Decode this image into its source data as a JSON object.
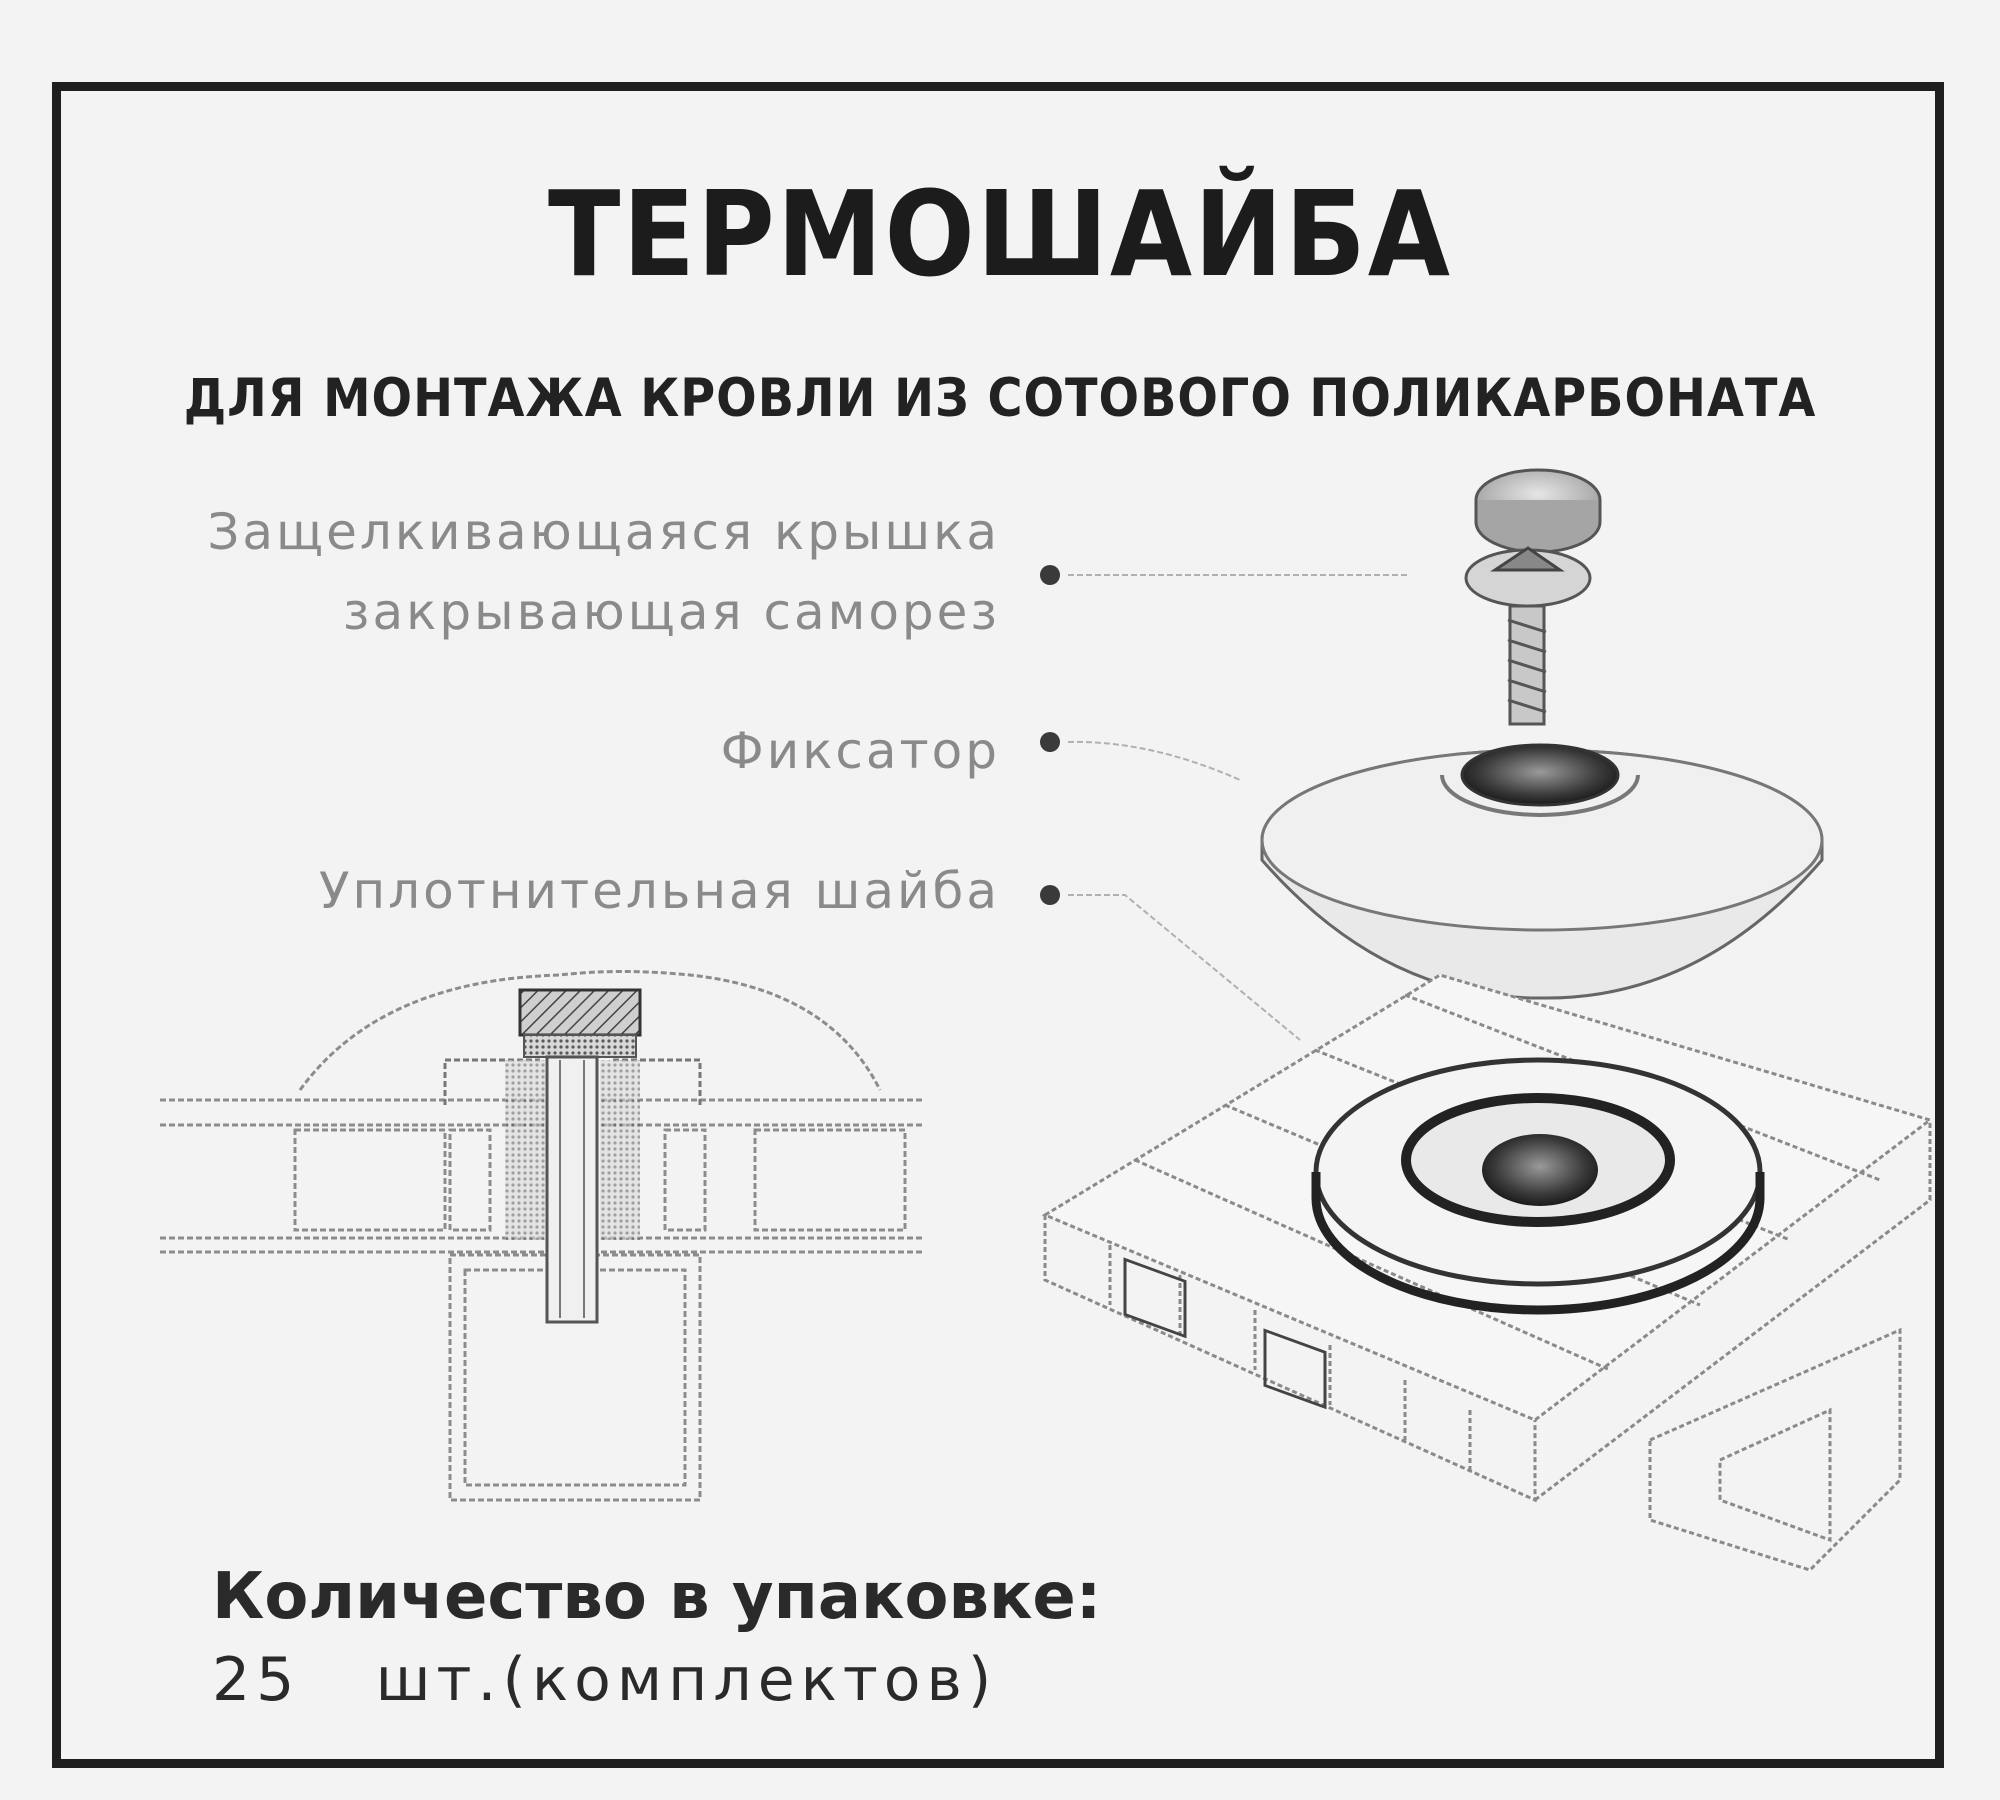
{
  "title": "ТЕРМОШАЙБА",
  "subtitle": "ДЛЯ МОНТАЖА КРОВЛИ ИЗ СОТОВОГО ПОЛИКАРБОНАТА",
  "callouts": {
    "cap_line1": "Защелкивающаяся крышка",
    "cap_line2": "закрывающая саморез",
    "fixator": "Фиксатор",
    "seal_washer": "Уплотнительная шайба"
  },
  "quantity": {
    "label": "Количество в упаковке:",
    "value": "25",
    "unit": "шт.(комплектов)"
  },
  "colors": {
    "frame": "#1f1f1f",
    "ink": "#1e1e1e",
    "callout_text": "#8a8a8a",
    "line_art": "#9a9a9a"
  }
}
